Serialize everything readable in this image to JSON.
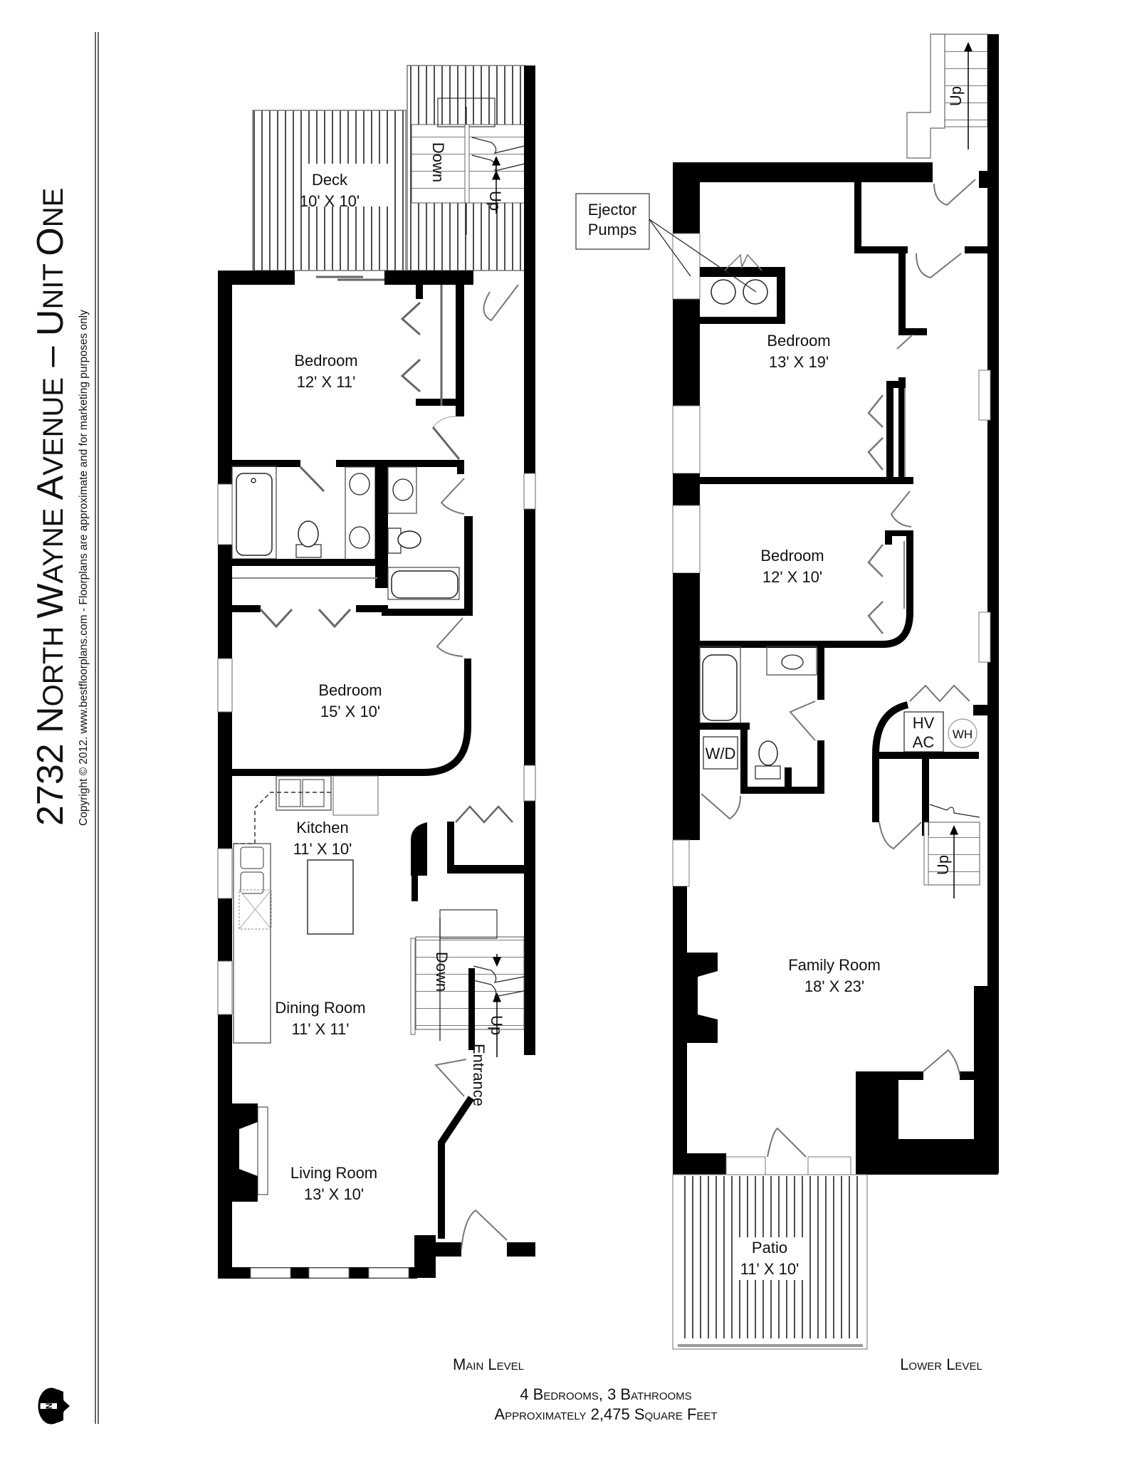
{
  "title": {
    "address_part1": "2732 N",
    "address_part1_small": "ORTH ",
    "address_part2": "W",
    "address_part2_small": "AYNE ",
    "address_part3": "A",
    "address_part3_small": "VENUE",
    "dash": " – ",
    "unit_part": "U",
    "unit_part_small": "NIT ",
    "unit_part2": "O",
    "unit_part2_small": "NE",
    "full": "2732 North Wayne Avenue – Unit One",
    "copyright": "Copyright © 2012. www.bestfloorplans.com - Floorplans are approximate and for marketing purposes only"
  },
  "main_level": {
    "label": "Main Level",
    "rooms": [
      {
        "name": "Deck",
        "size": "10' X 10'"
      },
      {
        "name": "Bedroom",
        "size": "12' X 11'"
      },
      {
        "name": "Bedroom",
        "size": "15' X 10'"
      },
      {
        "name": "Kitchen",
        "size": "11' X 10'"
      },
      {
        "name": "Dining Room",
        "size": "11' X 11'"
      },
      {
        "name": "Living Room",
        "size": "13' X 10'"
      }
    ],
    "stairs": {
      "down": "Down",
      "up": "Up"
    },
    "stairs2": {
      "down": "Down",
      "up": "Up"
    },
    "entrance": "Entrance"
  },
  "lower_level": {
    "label": "Lower Level",
    "rooms": [
      {
        "name": "Bedroom",
        "size": "13' X 19'"
      },
      {
        "name": "Bedroom",
        "size": "12' X 10'"
      },
      {
        "name": "Family Room",
        "size": "18' X 23'"
      },
      {
        "name": "Patio",
        "size": "11' X 10'"
      }
    ],
    "callout": {
      "line1": "Ejector",
      "line2": "Pumps"
    },
    "fixtures": {
      "wd": "W/D",
      "hvac1": "HV",
      "hvac2": "AC",
      "wh": "WH"
    },
    "stairs_up": "Up",
    "stairs_up2": "Up"
  },
  "summary": {
    "line1": "4 Bedrooms, 3 Bathrooms",
    "line2": "Approximately 2,475 Square Feet"
  },
  "compass": {
    "letter": "N"
  },
  "colors": {
    "wall": "#000000",
    "thin": "#555555",
    "bg": "#ffffff"
  }
}
